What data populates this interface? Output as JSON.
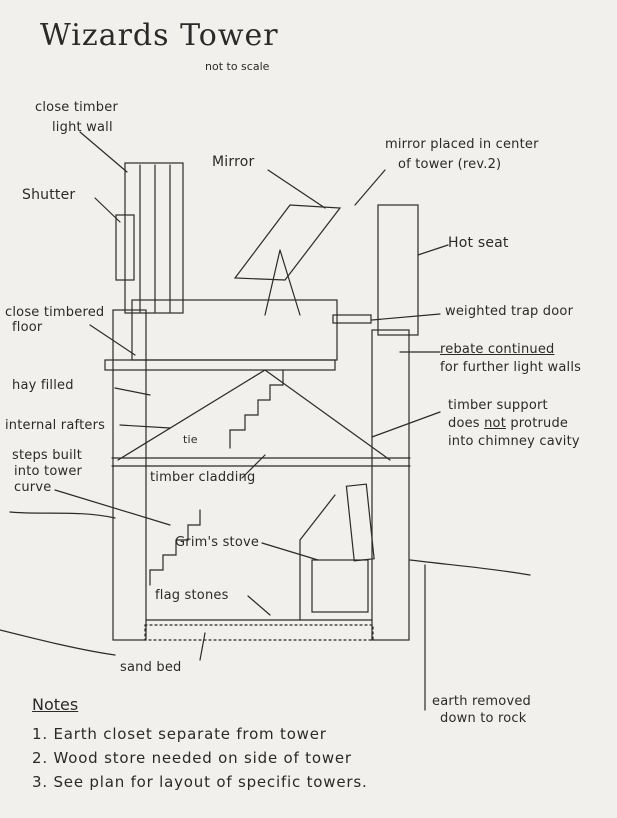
{
  "title": "Wizards Tower",
  "subtitle": "not to scale",
  "labels": {
    "close_timber_1": "close timber",
    "close_timber_2": "light wall",
    "mirror": "Mirror",
    "mirror_note_1": "mirror placed in center",
    "mirror_note_2": "of tower  (rev.2)",
    "shutter": "Shutter",
    "hot_seat": "Hot seat",
    "closed_floor_1": "close timbered",
    "closed_floor_2": "floor",
    "trap_door": "weighted trap door",
    "rebate_1": "rebate continued",
    "rebate_2": "for further light walls",
    "hay": "hay filled",
    "rafters": "internal rafters",
    "tie": "tie",
    "timber_support_1": "timber support",
    "timber_support_2_pre": "does ",
    "timber_support_2_not": "not",
    "timber_support_2_post": " protrude",
    "timber_support_3": "into chimney cavity",
    "steps_1": "steps built",
    "steps_2": "into tower",
    "steps_3": "curve",
    "cladding": "timber cladding",
    "stove": "Grim's stove",
    "flag": "flag stones",
    "sand": "sand bed",
    "earth_1": "earth removed",
    "earth_2": "down to rock"
  },
  "notes": {
    "heading": "Notes",
    "items": [
      "1.  Earth closet separate from tower",
      "2.  Wood store needed on side of tower",
      "3.  See plan for layout of specific towers."
    ]
  },
  "colors": {
    "ink": "#2a2a2a",
    "paper": "#f1f0ec"
  }
}
